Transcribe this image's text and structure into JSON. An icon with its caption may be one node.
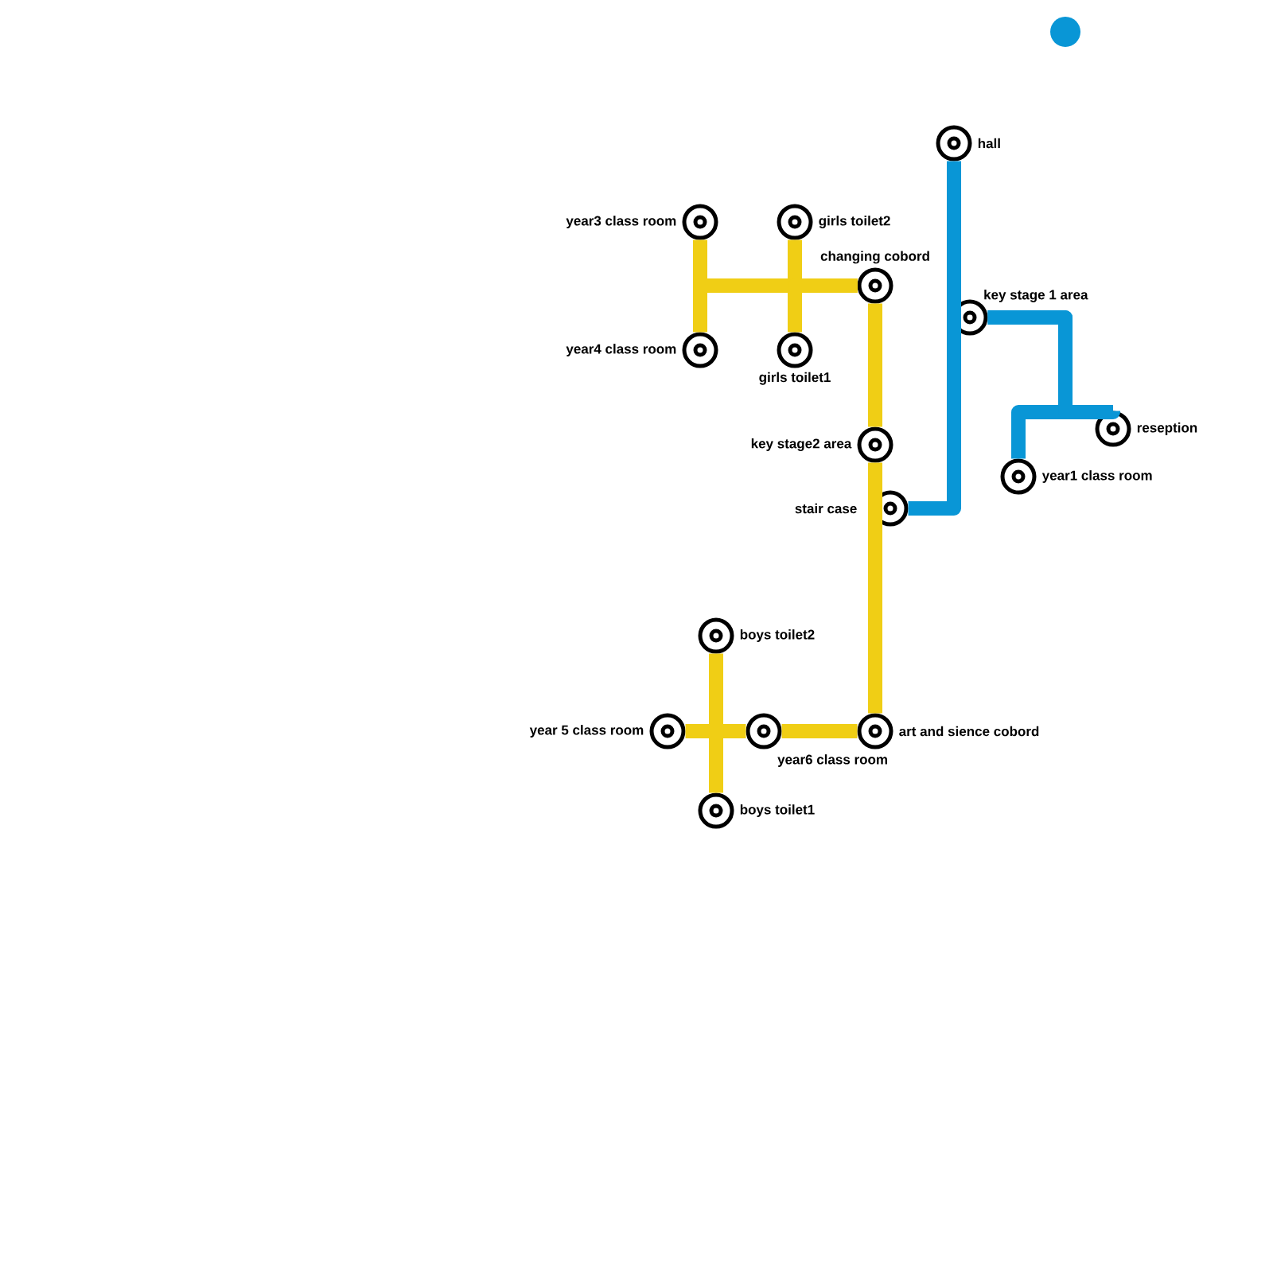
{
  "diagram": {
    "nodes": [
      {
        "text": [
          "hall"
        ]
      },
      {
        "text": [
          "year3 class room"
        ]
      },
      {
        "text": [
          "girls toilet2"
        ]
      },
      {
        "text": [
          "changing cobord"
        ]
      },
      {
        "text": [
          "key stage 1 area"
        ]
      },
      {
        "text": [
          "year4 class room"
        ]
      },
      {
        "text": [
          "girls toilet1"
        ]
      },
      {
        "text": [
          "reseption"
        ]
      },
      {
        "text": [
          "key stage2 area"
        ]
      },
      {
        "text": [
          "year1 class room"
        ]
      },
      {
        "text": [
          "stair case"
        ]
      },
      {
        "text": [
          "boys toilet2"
        ]
      },
      {
        "text": [
          "year 5 class room"
        ]
      },
      {
        "text": [
          "year6 class room"
        ]
      },
      {
        "text": [
          "art and sience cobord"
        ]
      },
      {
        "text": [
          "boys toilet1"
        ]
      }
    ],
    "edges": [
      {
        "from": 1,
        "to": 3,
        "arrow": "none"
      },
      {
        "from": 5,
        "to": 3,
        "arrow": "none"
      },
      {
        "from": 2,
        "to": 3,
        "arrow": "none"
      },
      {
        "from": 6,
        "to": 3,
        "arrow": "none"
      },
      {
        "from": 3,
        "to": 8,
        "arrow": "none"
      },
      {
        "from": 8,
        "to": 14,
        "arrow": "none"
      },
      {
        "from": 13,
        "to": 14,
        "arrow": "none"
      },
      {
        "from": 12,
        "to": 13,
        "arrow": "none"
      },
      {
        "from": 11,
        "to": 15,
        "arrow": "none"
      },
      {
        "from": 0,
        "to": 10,
        "arrow": "none",
        "color": "#0996d6"
      },
      {
        "from": 4,
        "to": 9,
        "arrow": "none",
        "color": "#0996d6"
      },
      {
        "from": 4,
        "to": 7,
        "arrow": "none",
        "color": "#0996d6"
      }
    ]
  }
}
